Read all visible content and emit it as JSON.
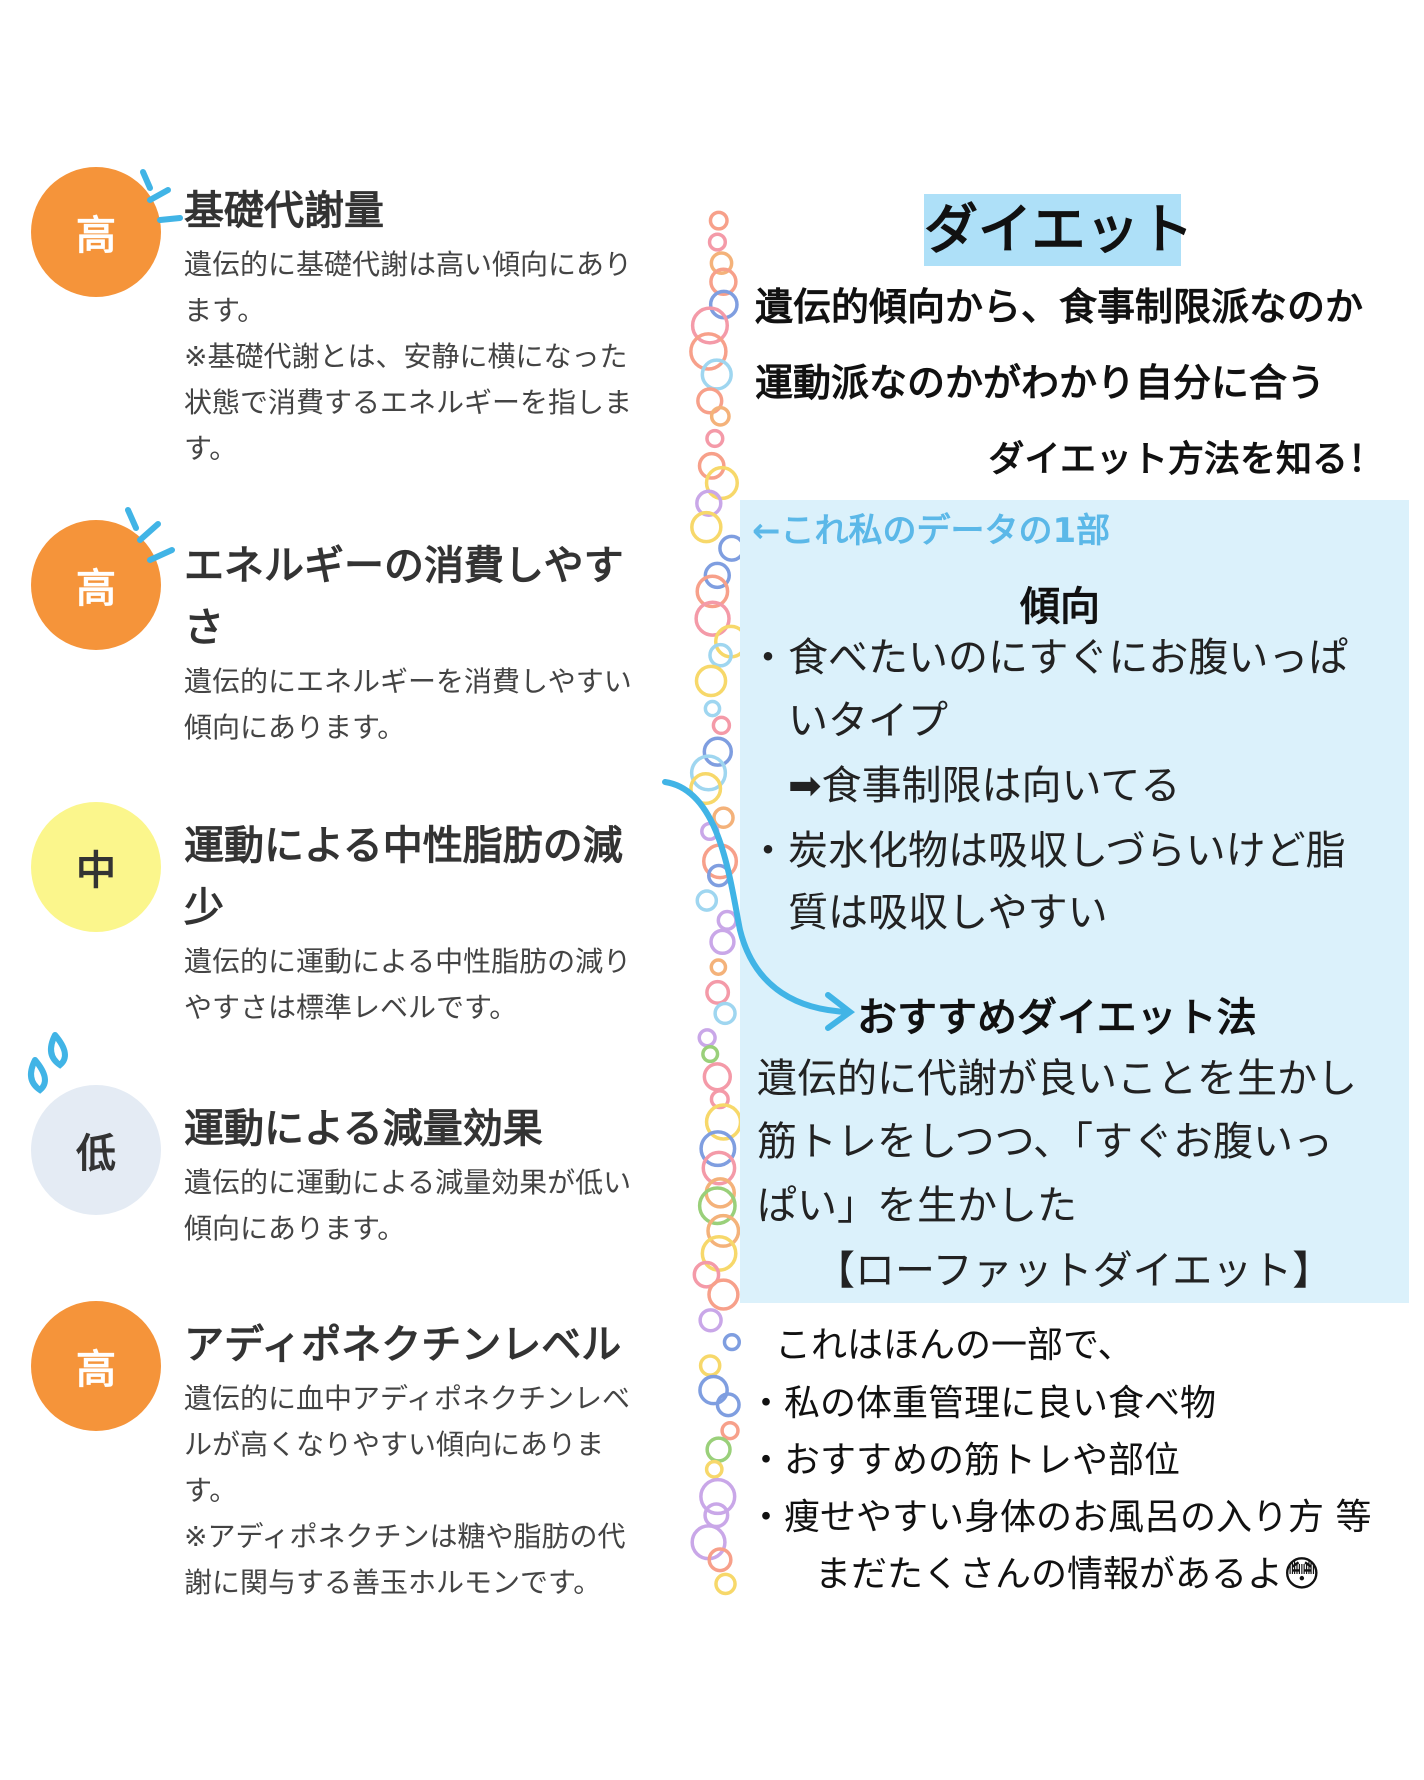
{
  "colors": {
    "high": "#f5943a",
    "mid": "#fbf68c",
    "low": "#e4ebf4",
    "accent_blue": "#41b4e6",
    "box_bg": "#dbf1fb",
    "title_bg": "#aee0f8"
  },
  "traits": [
    {
      "level": "高",
      "title_lines": [
        "基礎代謝量"
      ],
      "body_lines": [
        "遺伝的に基礎代謝は高い傾向にあり",
        "ます。",
        "※基礎代謝とは、安静に横になった",
        "状態で消費するエネルギーを指しま",
        "す。"
      ]
    },
    {
      "level": "高",
      "title_lines": [
        "エネルギーの消費しやす",
        "さ"
      ],
      "body_lines": [
        "遺伝的にエネルギーを消費しやすい",
        "傾向にあります。"
      ]
    },
    {
      "level": "中",
      "title_lines": [
        "運動による中性脂肪の減",
        "少"
      ],
      "body_lines": [
        "遺伝的に運動による中性脂肪の減り",
        "やすさは標準レベルです。"
      ]
    },
    {
      "level": "低",
      "title_lines": [
        "運動による減量効果"
      ],
      "body_lines": [
        "遺伝的に運動による減量効果が低い",
        "傾向にあります。"
      ]
    },
    {
      "level": "高",
      "title_lines": [
        "アディポネクチンレベル"
      ],
      "body_lines": [
        "遺伝的に血中アディポネクチンレベ",
        "ルが高くなりやすい傾向にありま",
        "す。",
        "※アディポネクチンは糖や脂肪の代",
        "謝に関与する善玉ホルモンです。"
      ]
    }
  ],
  "right": {
    "title": "ダイエット",
    "intro_lines": [
      "遺伝的傾向から、食事制限派なのか",
      "運動派なのかがわかり自分に合う",
      "ダイエット方法を知る！"
    ],
    "note": "←これ私のデータの1部",
    "tendency_heading": "傾向",
    "tendency_lines": [
      "・",
      "食べたいのにすぐにお腹いっぱ",
      "いタイプ",
      "➡食事制限は向いてる",
      "・",
      "炭水化物は吸収しづらいけど脂",
      "質は吸収しやすい"
    ],
    "recommend_heading": "おすすめダイエット法",
    "recommend_lines": [
      "遺伝的に代謝が良いことを生かし",
      "筋トレをしつつ、「すぐお腹いっ",
      "ぱい」を生かした",
      "【ローファットダイエット】"
    ],
    "footer_lines": [
      "これはほんの一部で、",
      "・私の体重管理に良い食べ物",
      "・おすすめの筋トレや部位",
      "・痩せやすい身体のお風呂の入り方 等",
      "まだたくさんの情報があるよ😳"
    ]
  }
}
